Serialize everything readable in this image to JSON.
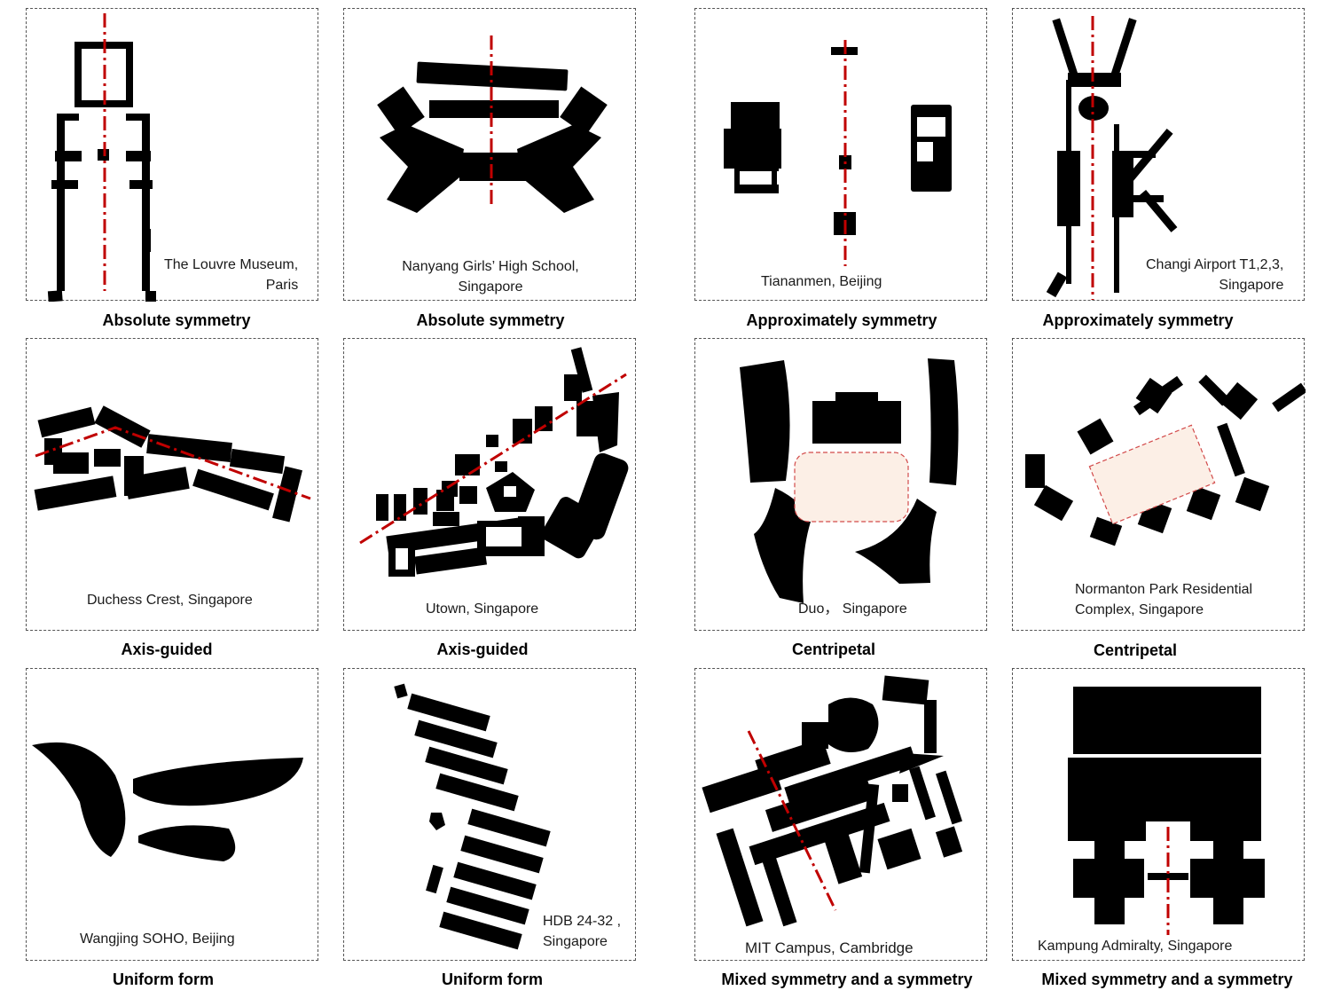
{
  "panels": [
    {
      "place": "The Louvre Museum,\nParis",
      "category": "Absolute symmetry"
    },
    {
      "place": "Nanyang Girls’ High School,\nSingapore",
      "category": "Absolute symmetry"
    },
    {
      "place": "Tiananmen,    Beijing",
      "category": "Approximately symmetry"
    },
    {
      "place": "Changi Airport T1,2,3,\nSingapore",
      "category": "Approximately symmetry"
    },
    {
      "place": "Duchess Crest, Singapore",
      "category": "Axis-guided"
    },
    {
      "place": "Utown, Singapore",
      "category": "Axis-guided"
    },
    {
      "place": "Duo，    Singapore",
      "category": "Centripetal"
    },
    {
      "place": "Normanton Park Residential\nComplex, Singapore",
      "category": "Centripetal"
    },
    {
      "place": "Wangjing SOHO, Beijing",
      "category": "Uniform form"
    },
    {
      "place": "HDB 24-32 ,\nSingapore",
      "category": "Uniform form"
    },
    {
      "place": "MIT Campus,   Cambridge",
      "category": "Mixed symmetry and a symmetry"
    },
    {
      "place": "Kampung Admiralty,    Singapore",
      "category": "Mixed symmetry and a symmetry"
    }
  ],
  "colors": {
    "axis": "#c00000",
    "silhouette": "#000000",
    "centre_zone": "#fcefe6"
  }
}
